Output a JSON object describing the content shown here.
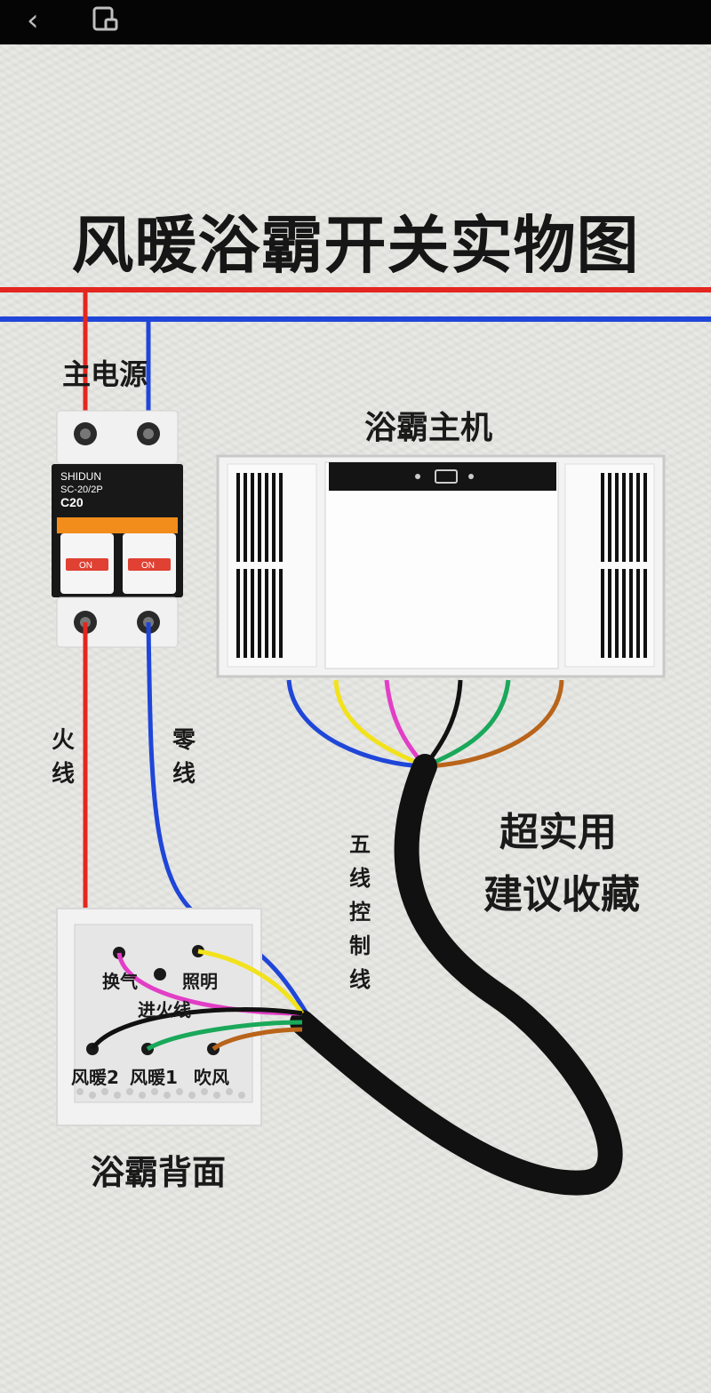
{
  "title": "风暖浴霸开关实物图",
  "labels": {
    "main_power": "主电源",
    "host": "浴霸主机",
    "live_1": "火",
    "live_2": "线",
    "neutral_1": "零",
    "neutral_2": "线",
    "five_wire": [
      "五",
      "线",
      "控",
      "制",
      "线"
    ],
    "promo_1": "超实用",
    "promo_2": "建议收藏",
    "back_panel": "浴霸背面"
  },
  "breaker": {
    "brand": "SHIDUN",
    "model": "SC-20/2P",
    "rating": "C20",
    "on_left": "ON",
    "on_right": "ON"
  },
  "switch_terminals": {
    "ventilation": "换气",
    "lighting": "照明",
    "live_in": "进火线",
    "heater_2": "风暖2",
    "heater_1": "风暖1",
    "blow": "吹风"
  },
  "colors": {
    "live_wire": "#e3261f",
    "neutral_wire": "#1f46d8",
    "yellow_wire": "#f2e21c",
    "pink_wire": "#e23ec6",
    "green_wire": "#1aa85a",
    "brown_wire": "#b8641a",
    "cable": "#111111"
  },
  "icons": [
    "back-arrow-icon",
    "window-icon"
  ]
}
